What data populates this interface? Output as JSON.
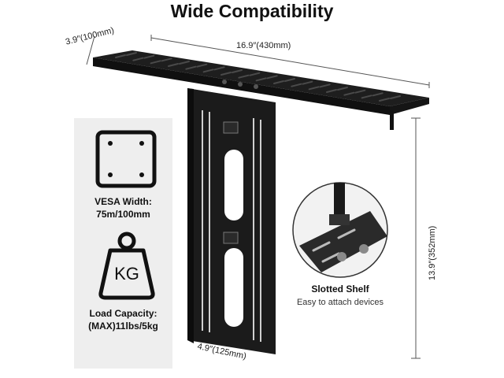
{
  "title": "Wide Compatibility",
  "dimensions": {
    "depth": "3.9″(100mm)",
    "width": "16.9″(430mm)",
    "height": "13.9″(352mm)",
    "plate_width": "4.9″(125mm)"
  },
  "features": {
    "vesa": {
      "label_line1": "VESA Width:",
      "label_line2": "75m/100mm",
      "icon": "vesa-pattern-icon"
    },
    "load": {
      "icon_text": "KG",
      "label_line1": "Load Capacity:",
      "label_line2": "(MAX)11lbs/5kg",
      "icon": "weight-icon"
    },
    "shelf": {
      "title": "Slotted Shelf",
      "subtitle": "Easy to attach devices",
      "icon": "zoom-detail-icon"
    }
  },
  "colors": {
    "product": "#1c1c1c",
    "panel": "#eeeeee",
    "background": "#ffffff"
  }
}
